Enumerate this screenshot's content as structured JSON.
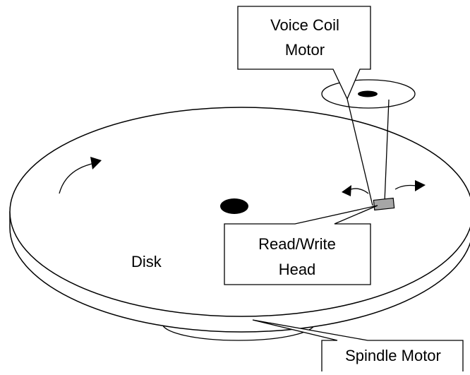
{
  "labels": {
    "voice_coil_line1": "Voice Coil",
    "voice_coil_line2": "Motor",
    "read_write_line1": "Read/Write",
    "read_write_line2": "Head",
    "disk": "Disk",
    "spindle_motor": "Spindle Motor"
  },
  "colors": {
    "stroke": "#000000",
    "background": "#ffffff",
    "head_fill": "#a6a6a6",
    "hub_fill": "#000000"
  },
  "icons": {
    "rotation_arrow": "curved-arrow-icon",
    "actuator_arrows": "double-arrow-icon"
  }
}
